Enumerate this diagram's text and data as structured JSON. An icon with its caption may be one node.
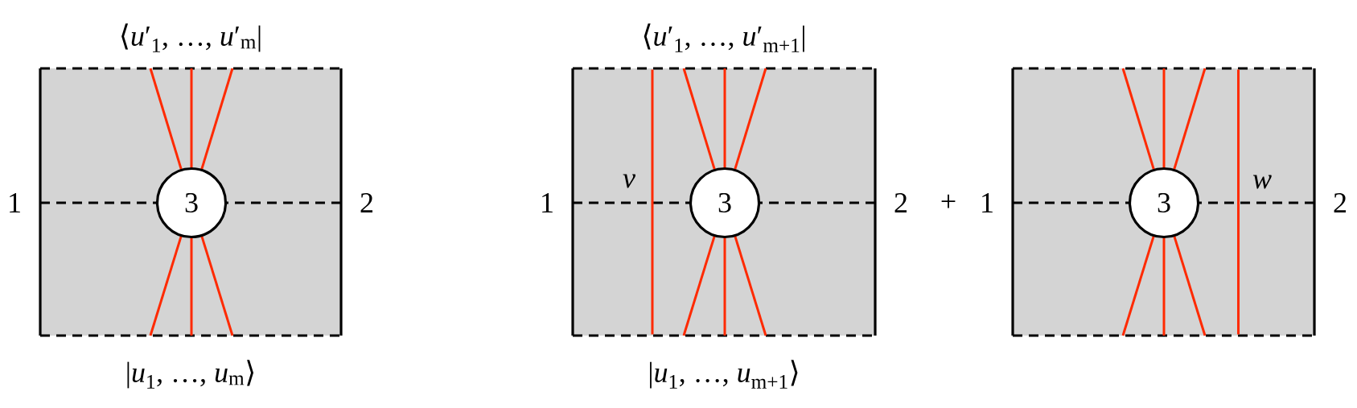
{
  "diagram": {
    "nodes": [
      {
        "text": [],
        "shape": "box",
        "beside": [
          "⟨*u*′$_{1}$, …, *u*′$_{m}$|",
          "1",
          "2",
          "|*u*$_{1}$, …, *u*$_{m}$⟩"
        ]
      },
      {
        "text": [
          "3"
        ],
        "in": 0
      },
      {
        "text": [],
        "shape": "box",
        "beside": [
          "⟨*u*′$_{1}$, …, *u*′$_{m+1}$|",
          "1",
          "2",
          "|*u*$_{1}$, …, *u*$_{m+1}$⟩"
        ]
      },
      {
        "text": [
          "3"
        ],
        "in": 2
      },
      {
        "text": [],
        "shape": "box",
        "beside": [
          "1",
          "2"
        ]
      },
      {
        "text": [
          "3"
        ],
        "in": 4
      }
    ],
    "labels": [
      "v",
      "+",
      "w"
    ]
  }
}
